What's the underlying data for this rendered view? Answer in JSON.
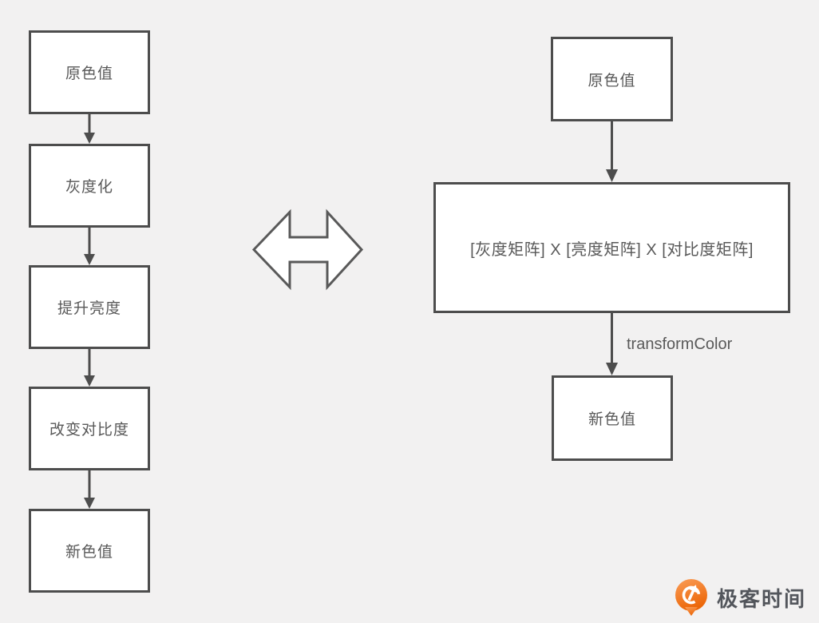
{
  "left_flow": {
    "steps": [
      {
        "label": "原色值"
      },
      {
        "label": "灰度化"
      },
      {
        "label": "提升亮度"
      },
      {
        "label": "改变对比度"
      },
      {
        "label": "新色值"
      }
    ]
  },
  "right_flow": {
    "top_box_label": "原色值",
    "matrix_box_label": "[灰度矩阵] X [亮度矩阵] X [对比度矩阵]",
    "arrow_label": "transformColor",
    "bottom_box_label": "新色值"
  },
  "equivalence_icon": "left-right-double-arrow",
  "logo": {
    "icon": "geektime-pin-icon",
    "text": "极客时间"
  },
  "colors": {
    "background": "#f2f1f1",
    "box_border": "#4d4d4d",
    "box_fill": "#ffffff",
    "text": "#595959",
    "arrow": "#4d4d4d",
    "logo_orange_light": "#fa9d57",
    "logo_orange_dark": "#ec6608",
    "logo_text": "#53565c"
  }
}
